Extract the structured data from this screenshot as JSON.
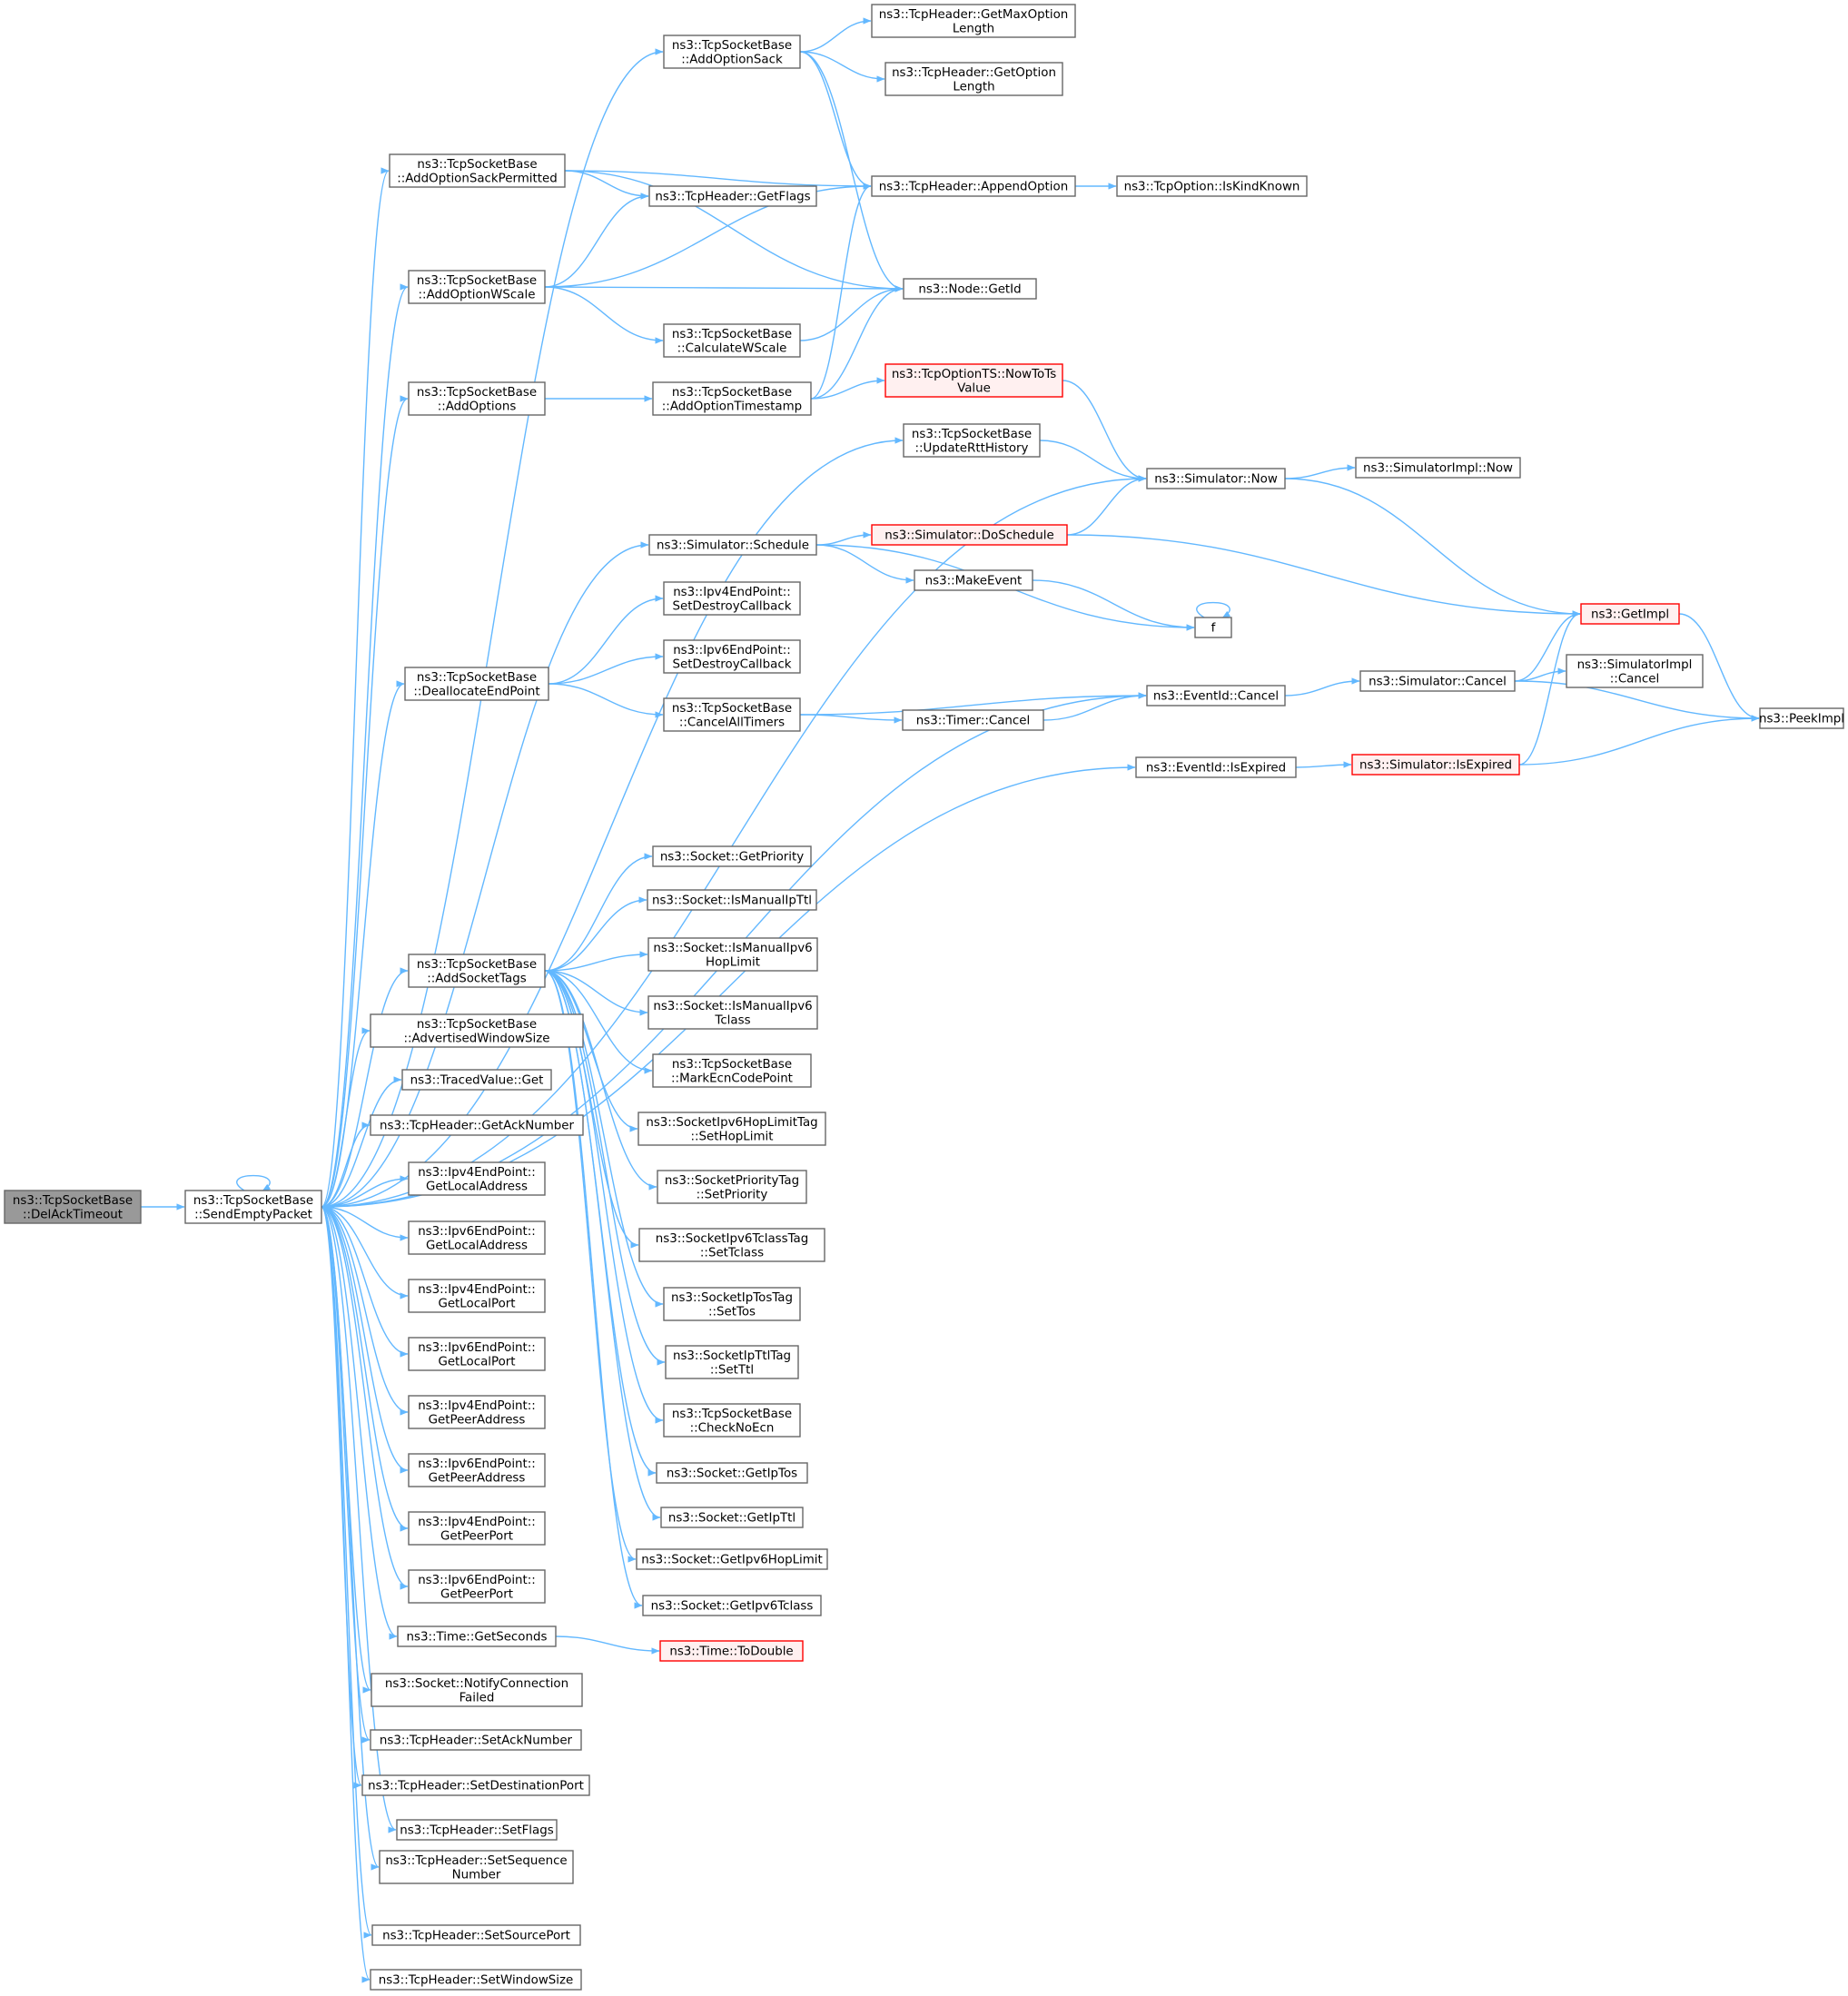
{
  "colors": {
    "edge": "#63b8ff",
    "node_border": "#666666",
    "root_fill": "#999999",
    "red_border": "#ff0000",
    "red_fill": "#fff0f0"
  },
  "nodes": [
    {
      "id": "root",
      "lines": [
        "ns3::TcpSocketBase",
        "::DelAckTimeout"
      ],
      "style": "root"
    },
    {
      "id": "sep",
      "lines": [
        "ns3::TcpSocketBase",
        "::SendEmptyPacket"
      ]
    },
    {
      "id": "aos",
      "lines": [
        "ns3::TcpSocketBase",
        "::AddOptionSack"
      ]
    },
    {
      "id": "gmol",
      "lines": [
        "ns3::TcpHeader::GetMaxOption",
        "Length"
      ]
    },
    {
      "id": "gol",
      "lines": [
        "ns3::TcpHeader::GetOption",
        "Length"
      ]
    },
    {
      "id": "aosp",
      "lines": [
        "ns3::TcpSocketBase",
        "::AddOptionSackPermitted"
      ]
    },
    {
      "id": "appo",
      "lines": [
        "ns3::TcpHeader::AppendOption"
      ]
    },
    {
      "id": "iskk",
      "lines": [
        "ns3::TcpOption::IsKindKnown"
      ]
    },
    {
      "id": "gflags",
      "lines": [
        "ns3::TcpHeader::GetFlags"
      ]
    },
    {
      "id": "aow",
      "lines": [
        "ns3::TcpSocketBase",
        "::AddOptionWScale"
      ]
    },
    {
      "id": "gid",
      "lines": [
        "ns3::Node::GetId"
      ]
    },
    {
      "id": "cws",
      "lines": [
        "ns3::TcpSocketBase",
        "::CalculateWScale"
      ]
    },
    {
      "id": "aop",
      "lines": [
        "ns3::TcpSocketBase",
        "::AddOptions"
      ]
    },
    {
      "id": "aots",
      "lines": [
        "ns3::TcpSocketBase",
        "::AddOptionTimestamp"
      ]
    },
    {
      "id": "ntts",
      "lines": [
        "ns3::TcpOptionTS::NowToTs",
        "Value"
      ],
      "style": "red"
    },
    {
      "id": "urh",
      "lines": [
        "ns3::TcpSocketBase",
        "::UpdateRttHistory"
      ]
    },
    {
      "id": "snow",
      "lines": [
        "ns3::Simulator::Now"
      ]
    },
    {
      "id": "sinow",
      "lines": [
        "ns3::SimulatorImpl::Now"
      ]
    },
    {
      "id": "ssch",
      "lines": [
        "ns3::Simulator::Schedule"
      ]
    },
    {
      "id": "sds",
      "lines": [
        "ns3::Simulator::DoSchedule"
      ],
      "style": "red"
    },
    {
      "id": "mev",
      "lines": [
        "ns3::MakeEvent"
      ]
    },
    {
      "id": "gimpl",
      "lines": [
        "ns3::GetImpl"
      ],
      "style": "red"
    },
    {
      "id": "f",
      "lines": [
        "f"
      ]
    },
    {
      "id": "i4sdc",
      "lines": [
        "ns3::Ipv4EndPoint::",
        "SetDestroyCallback"
      ]
    },
    {
      "id": "i6sdc",
      "lines": [
        "ns3::Ipv6EndPoint::",
        "SetDestroyCallback"
      ]
    },
    {
      "id": "dep",
      "lines": [
        "ns3::TcpSocketBase",
        "::DeallocateEndPoint"
      ]
    },
    {
      "id": "cat",
      "lines": [
        "ns3::TcpSocketBase",
        "::CancelAllTimers"
      ]
    },
    {
      "id": "ecan",
      "lines": [
        "ns3::EventId::Cancel"
      ]
    },
    {
      "id": "scan",
      "lines": [
        "ns3::Simulator::Cancel"
      ]
    },
    {
      "id": "sican",
      "lines": [
        "ns3::SimulatorImpl",
        "::Cancel"
      ]
    },
    {
      "id": "tcan",
      "lines": [
        "ns3::Timer::Cancel"
      ]
    },
    {
      "id": "pimpl",
      "lines": [
        "ns3::PeekImpl"
      ]
    },
    {
      "id": "eexp",
      "lines": [
        "ns3::EventId::IsExpired"
      ]
    },
    {
      "id": "sexp",
      "lines": [
        "ns3::Simulator::IsExpired"
      ],
      "style": "red"
    },
    {
      "id": "gprio",
      "lines": [
        "ns3::Socket::GetPriority"
      ]
    },
    {
      "id": "miptl",
      "lines": [
        "ns3::Socket::IsManualIpTtl"
      ]
    },
    {
      "id": "ast",
      "lines": [
        "ns3::TcpSocketBase",
        "::AddSocketTags"
      ]
    },
    {
      "id": "mi6h",
      "lines": [
        "ns3::Socket::IsManualIpv6",
        "HopLimit"
      ]
    },
    {
      "id": "mi6t",
      "lines": [
        "ns3::Socket::IsManualIpv6",
        "Tclass"
      ]
    },
    {
      "id": "mecp",
      "lines": [
        "ns3::TcpSocketBase",
        "::MarkEcnCodePoint"
      ]
    },
    {
      "id": "awsz",
      "lines": [
        "ns3::TcpSocketBase",
        "::AdvertisedWindowSize"
      ]
    },
    {
      "id": "tvg",
      "lines": [
        "ns3::TracedValue::Get"
      ]
    },
    {
      "id": "shl",
      "lines": [
        "ns3::SocketIpv6HopLimitTag",
        "::SetHopLimit"
      ]
    },
    {
      "id": "gack",
      "lines": [
        "ns3::TcpHeader::GetAckNumber"
      ]
    },
    {
      "id": "spri",
      "lines": [
        "ns3::SocketPriorityTag",
        "::SetPriority"
      ]
    },
    {
      "id": "i4gla",
      "lines": [
        "ns3::Ipv4EndPoint::",
        "GetLocalAddress"
      ]
    },
    {
      "id": "stc",
      "lines": [
        "ns3::SocketIpv6TclassTag",
        "::SetTclass"
      ]
    },
    {
      "id": "i6gla",
      "lines": [
        "ns3::Ipv6EndPoint::",
        "GetLocalAddress"
      ]
    },
    {
      "id": "stos",
      "lines": [
        "ns3::SocketIpTosTag",
        "::SetTos"
      ]
    },
    {
      "id": "i4glp",
      "lines": [
        "ns3::Ipv4EndPoint::",
        "GetLocalPort"
      ]
    },
    {
      "id": "sttl",
      "lines": [
        "ns3::SocketIpTtlTag",
        "::SetTtl"
      ]
    },
    {
      "id": "i6glp",
      "lines": [
        "ns3::Ipv6EndPoint::",
        "GetLocalPort"
      ]
    },
    {
      "id": "cne",
      "lines": [
        "ns3::TcpSocketBase",
        "::CheckNoEcn"
      ]
    },
    {
      "id": "i4gpa",
      "lines": [
        "ns3::Ipv4EndPoint::",
        "GetPeerAddress"
      ]
    },
    {
      "id": "gtos",
      "lines": [
        "ns3::Socket::GetIpTos"
      ]
    },
    {
      "id": "i6gpa",
      "lines": [
        "ns3::Ipv6EndPoint::",
        "GetPeerAddress"
      ]
    },
    {
      "id": "gttl",
      "lines": [
        "ns3::Socket::GetIpTtl"
      ]
    },
    {
      "id": "i4gpp",
      "lines": [
        "ns3::Ipv4EndPoint::",
        "GetPeerPort"
      ]
    },
    {
      "id": "g6hl",
      "lines": [
        "ns3::Socket::GetIpv6HopLimit"
      ]
    },
    {
      "id": "i6gpp",
      "lines": [
        "ns3::Ipv6EndPoint::",
        "GetPeerPort"
      ]
    },
    {
      "id": "g6tc",
      "lines": [
        "ns3::Socket::GetIpv6Tclass"
      ]
    },
    {
      "id": "tgs",
      "lines": [
        "ns3::Time::GetSeconds"
      ]
    },
    {
      "id": "ttd",
      "lines": [
        "ns3::Time::ToDouble"
      ],
      "style": "red"
    },
    {
      "id": "ncf",
      "lines": [
        "ns3::Socket::NotifyConnection",
        "Failed"
      ]
    },
    {
      "id": "sack",
      "lines": [
        "ns3::TcpHeader::SetAckNumber"
      ]
    },
    {
      "id": "sdp",
      "lines": [
        "ns3::TcpHeader::SetDestinationPort"
      ]
    },
    {
      "id": "sfl",
      "lines": [
        "ns3::TcpHeader::SetFlags"
      ]
    },
    {
      "id": "ssn",
      "lines": [
        "ns3::TcpHeader::SetSequence",
        "Number"
      ]
    },
    {
      "id": "ssp",
      "lines": [
        "ns3::TcpHeader::SetSourcePort"
      ]
    },
    {
      "id": "sws",
      "lines": [
        "ns3::TcpHeader::SetWindowSize"
      ]
    }
  ],
  "edges": [
    [
      "root",
      "sep"
    ],
    [
      "sep",
      "sep"
    ],
    [
      "sep",
      "aos"
    ],
    [
      "sep",
      "aosp"
    ],
    [
      "sep",
      "aow"
    ],
    [
      "sep",
      "aop"
    ],
    [
      "sep",
      "urh"
    ],
    [
      "sep",
      "snow"
    ],
    [
      "sep",
      "ssch"
    ],
    [
      "sep",
      "dep"
    ],
    [
      "sep",
      "ecan"
    ],
    [
      "sep",
      "eexp"
    ],
    [
      "sep",
      "ast"
    ],
    [
      "sep",
      "awsz"
    ],
    [
      "sep",
      "tvg"
    ],
    [
      "sep",
      "gack"
    ],
    [
      "sep",
      "i4gla"
    ],
    [
      "sep",
      "i6gla"
    ],
    [
      "sep",
      "i4glp"
    ],
    [
      "sep",
      "i6glp"
    ],
    [
      "sep",
      "i4gpa"
    ],
    [
      "sep",
      "i6gpa"
    ],
    [
      "sep",
      "i4gpp"
    ],
    [
      "sep",
      "i6gpp"
    ],
    [
      "sep",
      "tgs"
    ],
    [
      "sep",
      "ncf"
    ],
    [
      "sep",
      "sack"
    ],
    [
      "sep",
      "sdp"
    ],
    [
      "sep",
      "sfl"
    ],
    [
      "sep",
      "ssn"
    ],
    [
      "sep",
      "ssp"
    ],
    [
      "sep",
      "sws"
    ],
    [
      "aos",
      "gmol"
    ],
    [
      "aos",
      "gol"
    ],
    [
      "aos",
      "appo"
    ],
    [
      "aos",
      "gid"
    ],
    [
      "aosp",
      "appo"
    ],
    [
      "aosp",
      "gflags"
    ],
    [
      "aosp",
      "gid"
    ],
    [
      "aow",
      "gflags"
    ],
    [
      "aow",
      "appo"
    ],
    [
      "aow",
      "gid"
    ],
    [
      "aow",
      "cws"
    ],
    [
      "cws",
      "gid"
    ],
    [
      "aop",
      "aots"
    ],
    [
      "aots",
      "appo"
    ],
    [
      "aots",
      "gid"
    ],
    [
      "aots",
      "ntts"
    ],
    [
      "appo",
      "iskk"
    ],
    [
      "ntts",
      "snow"
    ],
    [
      "urh",
      "snow"
    ],
    [
      "snow",
      "sinow"
    ],
    [
      "snow",
      "gimpl"
    ],
    [
      "ssch",
      "sds"
    ],
    [
      "ssch",
      "mev"
    ],
    [
      "ssch",
      "f"
    ],
    [
      "sds",
      "snow"
    ],
    [
      "sds",
      "gimpl"
    ],
    [
      "mev",
      "f"
    ],
    [
      "f",
      "f"
    ],
    [
      "gimpl",
      "pimpl"
    ],
    [
      "dep",
      "i4sdc"
    ],
    [
      "dep",
      "i6sdc"
    ],
    [
      "dep",
      "cat"
    ],
    [
      "cat",
      "ecan"
    ],
    [
      "cat",
      "tcan"
    ],
    [
      "tcan",
      "ecan"
    ],
    [
      "ecan",
      "scan"
    ],
    [
      "scan",
      "gimpl"
    ],
    [
      "scan",
      "sican"
    ],
    [
      "scan",
      "pimpl"
    ],
    [
      "eexp",
      "sexp"
    ],
    [
      "sexp",
      "gimpl"
    ],
    [
      "sexp",
      "pimpl"
    ],
    [
      "ast",
      "gprio"
    ],
    [
      "ast",
      "miptl"
    ],
    [
      "ast",
      "mi6h"
    ],
    [
      "ast",
      "mi6t"
    ],
    [
      "ast",
      "mecp"
    ],
    [
      "ast",
      "shl"
    ],
    [
      "ast",
      "spri"
    ],
    [
      "ast",
      "stc"
    ],
    [
      "ast",
      "stos"
    ],
    [
      "ast",
      "sttl"
    ],
    [
      "ast",
      "cne"
    ],
    [
      "ast",
      "gtos"
    ],
    [
      "ast",
      "gttl"
    ],
    [
      "ast",
      "g6hl"
    ],
    [
      "ast",
      "g6tc"
    ],
    [
      "tgs",
      "ttd"
    ]
  ]
}
